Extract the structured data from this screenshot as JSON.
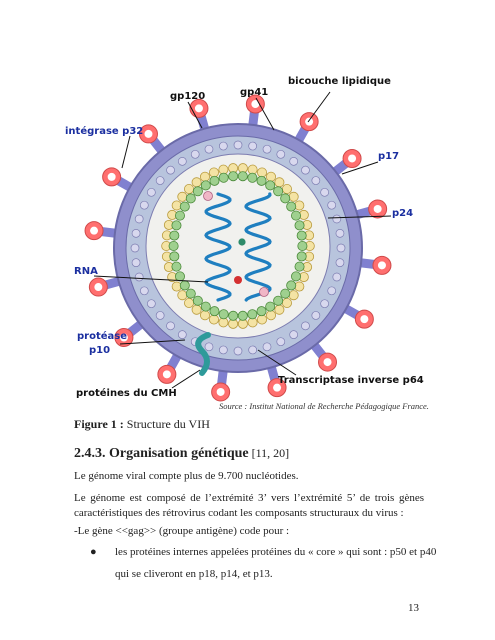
{
  "figure": {
    "labels": {
      "gp120": "gp120",
      "gp41": "gp41",
      "bicouche": "bicouche lipidique",
      "integrase": "intégrase p32",
      "p17": "p17",
      "p24": "p24",
      "rna": "RNA",
      "protease_line1": "protéase",
      "protease_line2": "p10",
      "cmh": "protéines du CMH",
      "transcriptase": "Transcriptase inverse p64"
    },
    "source": "Source : Institut National de Recherche Pédagogique France.",
    "caption_num": "Figure 1 :",
    "caption_text": " Structure du VIH"
  },
  "section": {
    "heading": "2.4.3. Organisation génétique",
    "refs": " [11, 20]"
  },
  "paragraphs": {
    "p1": "Le génome viral compte plus de 9.700 nucléotides.",
    "p2_line1": "Le génome est composé de l’extrémité 3’ vers l’extrémité 5’ de trois gènes",
    "p2_line2": "caractéristiques des rétrovirus codant les composants structuraux du virus :",
    "p3": "-Le gène <<gag>> (groupe antigène) code pour :",
    "bullet_line1": "les protéines internes appelées protéines du « core » qui sont : p50 et p40",
    "bullet_line2": "qui se cliveront en p18, p14, et p13."
  },
  "page_number": "13",
  "colors": {
    "envelope": "#8f8fcc",
    "matrix": "#b8c4dd",
    "core_fill": "#f1f1ee",
    "rna": "#1f7fc0",
    "spike_stalk": "#8080d0",
    "spike_cap": "#ff6f6f",
    "label_blue": "#1b2fa0"
  }
}
